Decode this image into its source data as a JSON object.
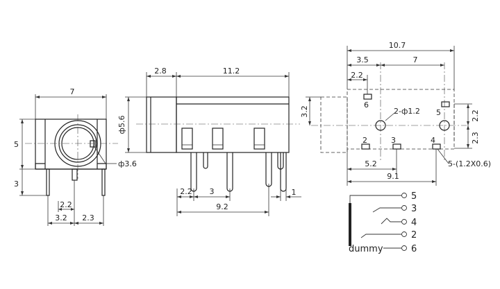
{
  "front_view": {
    "width": "7",
    "height": "5",
    "pin_length": "3",
    "hole_diameter": "ф3.6",
    "pin_spacing_a": "2.2",
    "pin_spacing_b": "3.2",
    "pin_spacing_c": "2.3"
  },
  "side_view": {
    "head_length": "2.8",
    "body_length": "11.2",
    "diameter": "ф5.6",
    "pin_dim_a": "2.2",
    "pin_dim_b": "3",
    "pin_dim_c": "1",
    "pin_span": "9.2"
  },
  "pcb_layout": {
    "total_width": "10.7",
    "offset_left": "3.5",
    "hole_spacing": "7",
    "pad_offset": "2.2",
    "height_left": "3.2",
    "right_upper": "2.2",
    "right_lower": "2.3",
    "holes_label": "2-ф1.2",
    "pads_label": "5-(1.2X0.6)",
    "bottom_a": "5.2",
    "bottom_b": "9.1",
    "pad_labels": [
      "6",
      "5",
      "2",
      "3",
      "4"
    ]
  },
  "schematic": {
    "pins": [
      "5",
      "3",
      "4",
      "2",
      "6"
    ],
    "dummy_label": "dummy"
  }
}
